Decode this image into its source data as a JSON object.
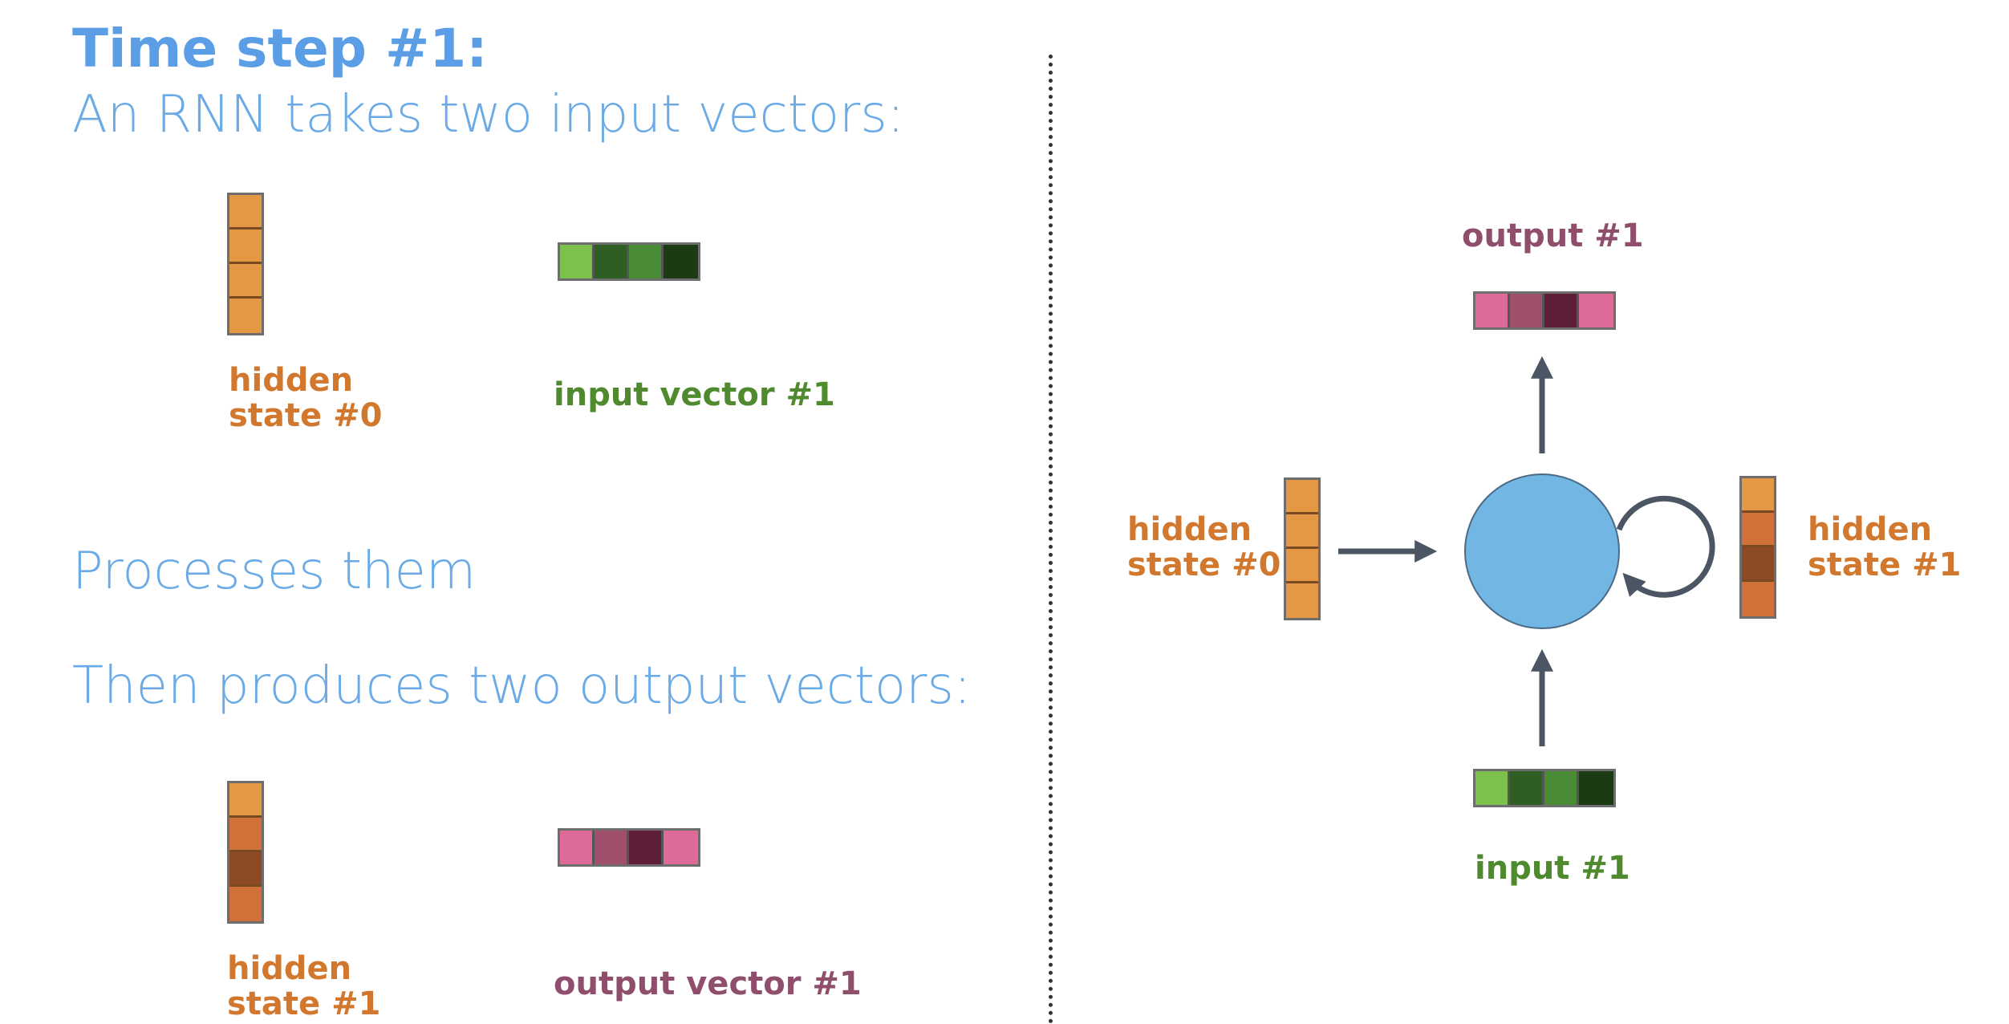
{
  "left": {
    "title": "Time step #1:",
    "intro": "An RNN takes two input vectors:",
    "process_text": "Processes them",
    "output_text": "Then produces two output vectors:",
    "inputs": {
      "hidden_label": "hidden\nstate #0",
      "vector_label": "input vector #1"
    },
    "outputs": {
      "hidden_label": "hidden\nstate #1",
      "vector_label": "output vector #1"
    }
  },
  "right": {
    "output_label": "output #1",
    "hidden_in_label": "hidden\nstate #0",
    "hidden_out_label": "hidden\nstate #1",
    "input_label": "input #1"
  },
  "colors": {
    "title_blue": "#5b9ee6",
    "intro_blue": "#6aaae6",
    "orange_text": "#d2782e",
    "green_text": "#4f8a2e",
    "purple_text": "#8e4e6c",
    "rnn_node": "#72b6e4",
    "arrow": "#4b5563",
    "hidden_state_0": [
      "#e49844",
      "#e49844",
      "#e49844",
      "#e49844"
    ],
    "hidden_state_1": [
      "#e49844",
      "#d2703a",
      "#8e4a24",
      "#d2703a"
    ],
    "input_vector_1": [
      "#7cc04e",
      "#2f5e25",
      "#4a8c36",
      "#1c3a14"
    ],
    "output_vector_1": [
      "#de6a9a",
      "#a0506c",
      "#5e1e38",
      "#de6a9a"
    ]
  },
  "icons": [
    "right-arrow-icon",
    "up-arrow-icon",
    "recurrent-loop-icon"
  ]
}
